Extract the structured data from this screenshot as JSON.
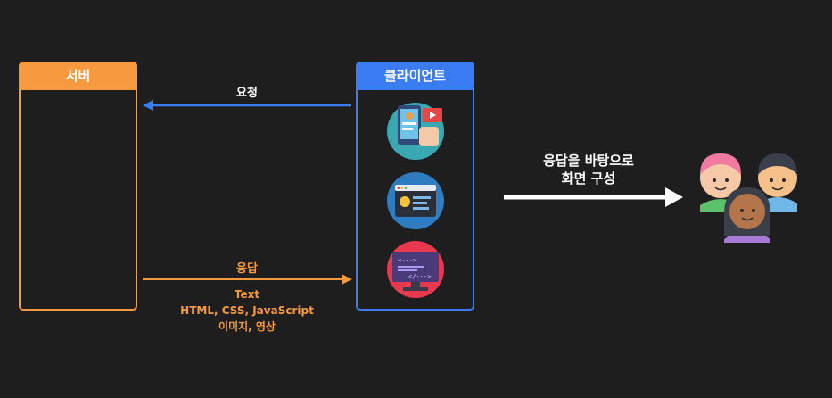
{
  "server": {
    "title": "서버",
    "color": "#f6993f"
  },
  "client": {
    "title": "클라이언트",
    "color": "#3b7cf5"
  },
  "request": {
    "label": "요청",
    "color": "#3b7cf5"
  },
  "response": {
    "label": "응답",
    "color": "#f6993f",
    "details": [
      "Text",
      "HTML, CSS, JavaScript",
      "이미지, 영상"
    ]
  },
  "render": {
    "lines": [
      "응답을 바탕으로",
      "화면 구성"
    ]
  },
  "icons": {
    "client_icons": [
      "mobile-video-icon",
      "browser-window-icon",
      "code-monitor-icon"
    ],
    "users": "users-group-icon"
  },
  "background": "#1e1e1e"
}
